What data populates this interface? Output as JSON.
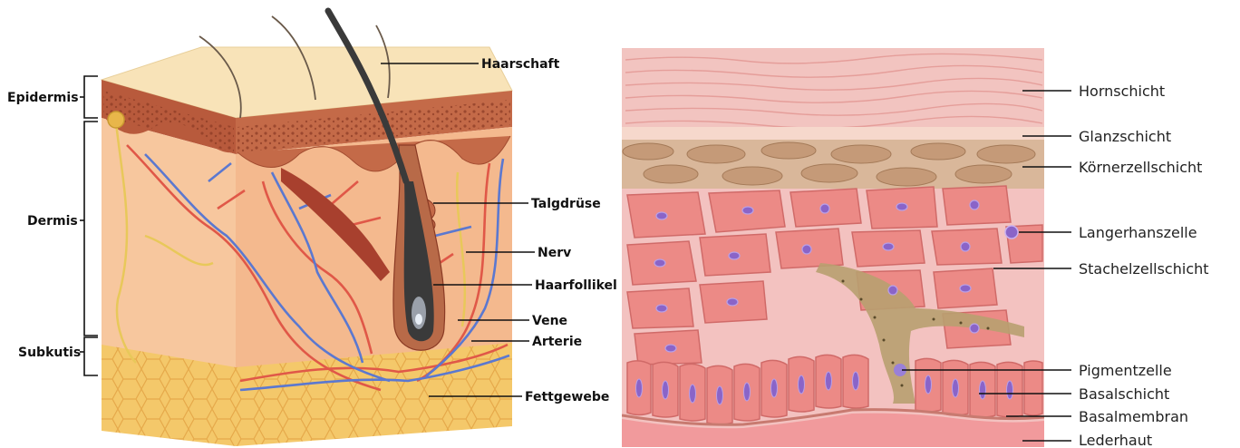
{
  "left_panel": {
    "layers": [
      "Epidermis",
      "Dermis",
      "Subkutis"
    ],
    "callouts": [
      "Haarschaft",
      "Talgdrüse",
      "Nerv",
      "Haarfollikel",
      "Vene",
      "Arterie",
      "Fettgewebe"
    ]
  },
  "right_panel": {
    "callouts": [
      "Hornschicht",
      "Glanzschicht",
      "Körnerzellschicht",
      "Langerhanszelle",
      "Stachelzellschicht",
      "Pigmentzelle",
      "Basalschicht",
      "Basalmembran",
      "Lederhaut"
    ]
  },
  "colors": {
    "horn": "#f2c4c0",
    "granular": "#d9b79a",
    "spinous_cell": "#ec8a86",
    "spinous_bg": "#f3c2c0",
    "nucleus": "#8a64c8",
    "pigment": "#b8a070",
    "dermis_right": "#f19a9c",
    "skin_top": "#f8e3b8",
    "epidermis_dark": "#b85a3c",
    "dermis_left": "#f7c79e",
    "fat": "#f4c86a",
    "artery": "#e05848",
    "vein": "#5b78d0",
    "nerve": "#e8c85a",
    "hair": "#3a3a3a"
  }
}
